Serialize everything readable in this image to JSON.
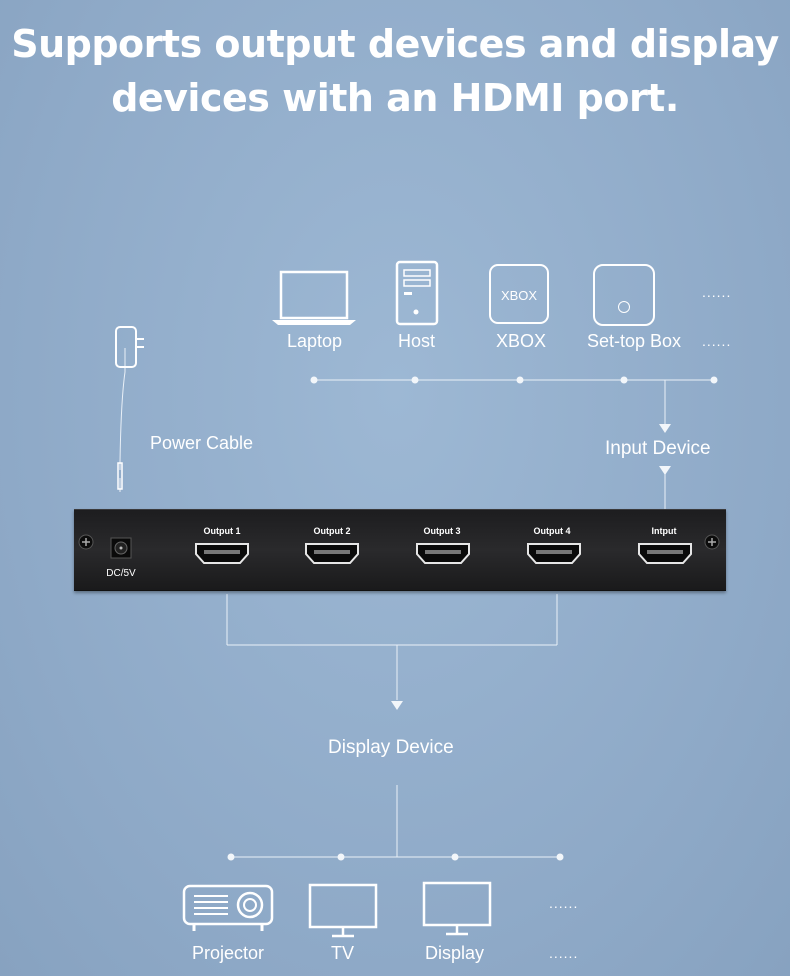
{
  "headline": {
    "line1": "Supports output devices and display",
    "line2": "devices with an HDMI port."
  },
  "inputs": {
    "items": [
      {
        "label": "Laptop",
        "icon": "laptop-icon"
      },
      {
        "label": "Host",
        "icon": "desktop-tower-icon"
      },
      {
        "label": "XBOX",
        "icon": "xbox-icon"
      },
      {
        "label": "Set-top Box",
        "icon": "set-top-box-icon"
      }
    ],
    "xbox_icon_text": "XBOX",
    "more_top": "......",
    "more_bottom": "......",
    "section_label": "Input Device"
  },
  "power": {
    "label": "Power Cable"
  },
  "splitter": {
    "power_port_label": "DC/5V",
    "ports": [
      "Output 1",
      "Output 2",
      "Output 3",
      "Output 4",
      "Intput"
    ]
  },
  "outputs": {
    "section_label": "Display Device",
    "items": [
      {
        "label": "Projector",
        "icon": "projector-icon"
      },
      {
        "label": "TV",
        "icon": "tv-icon"
      },
      {
        "label": "Display",
        "icon": "monitor-icon"
      }
    ],
    "more_top": "......",
    "more_bottom": "......"
  }
}
